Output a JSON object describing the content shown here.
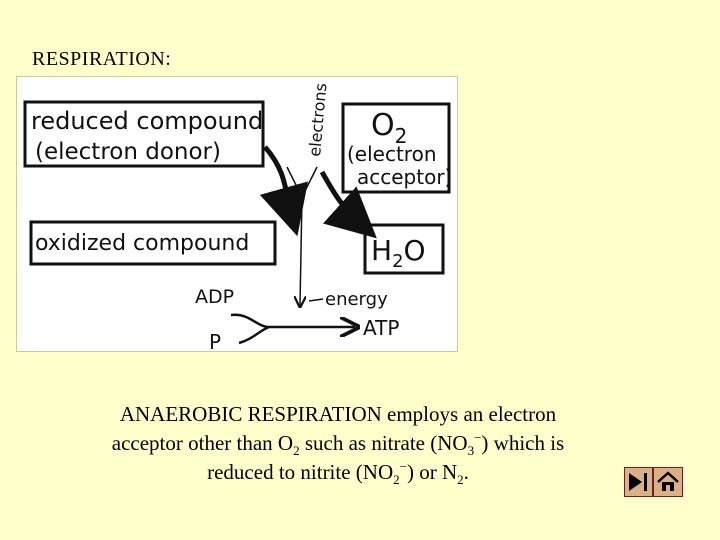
{
  "slide": {
    "title": "RESPIRATION:",
    "body": {
      "t1": "ANAEROBIC RESPIRATION employs an electron",
      "t2": "acceptor other than O",
      "t3": "2",
      "t4": " such as nitrate (NO",
      "t5": "3",
      "t6": "−",
      "t7": ") which is",
      "t8": "reduced to nitrite (NO",
      "t9": "2",
      "t10": "−",
      "t11": ") or N",
      "t12": "2",
      "t13": "."
    }
  },
  "diagram": {
    "reduced_compound": "reduced compound",
    "electron_donor": "(electron donor)",
    "o2": "O",
    "o2_sub": "2",
    "electron_acceptor_1": "(electron",
    "electron_acceptor_2": "acceptor)",
    "electrons": "electrons",
    "oxidized_compound": "oxidized compound",
    "h2o_h": "H",
    "h2o_sub": "2",
    "h2o_o": "O",
    "adp": "ADP",
    "energy": "energy",
    "p": "P",
    "atp": "ATP"
  },
  "nav": {
    "play_icon": "play-end-icon",
    "home_icon": "home-icon",
    "color": "#d9b088"
  }
}
